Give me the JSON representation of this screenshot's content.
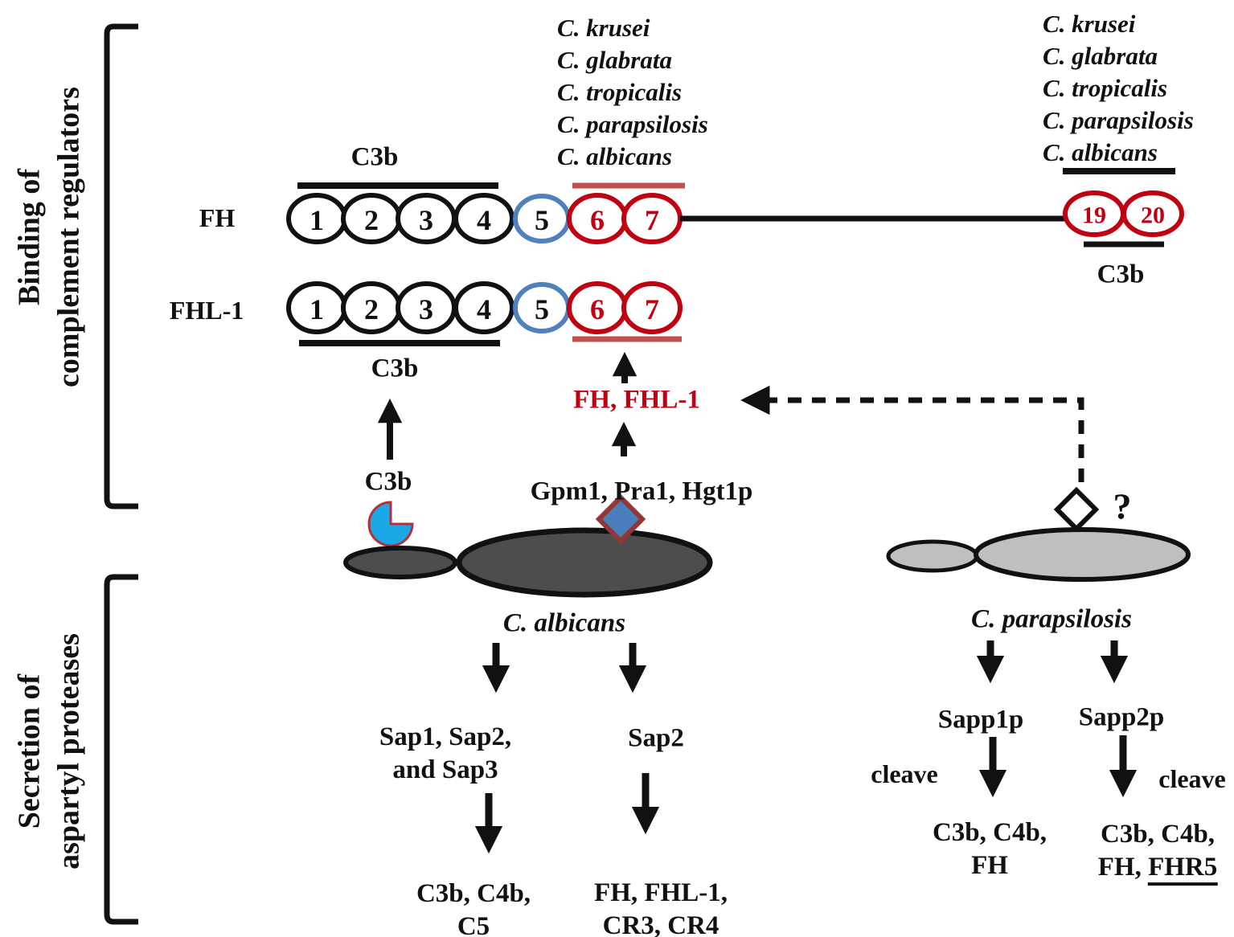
{
  "colors": {
    "domain_black": "#111111",
    "domain_blue": "#4f81bd",
    "domain_red": "#c00111",
    "bar_red": "#c0504d",
    "cell_dark": "#4d4d4d",
    "cell_light": "#bfbfbf",
    "pacman_blue": "#1ba8e6",
    "diamond_blue": "#4a7ebd",
    "diamond_border": "#943634"
  },
  "left_sections": {
    "binding_line1": "Binding of",
    "binding_line2": "complement regulators",
    "secretion_line1": "Secretion of",
    "secretion_line2": "aspartyl proteases"
  },
  "species": [
    "C. krusei",
    "C. glabrata",
    "C. tropicalis",
    "C. parapsilosis",
    "C. albicans"
  ],
  "domains": [
    "1",
    "2",
    "3",
    "4",
    "5",
    "6",
    "7"
  ],
  "cterm_domains": [
    "19",
    "20"
  ],
  "proteins": {
    "fh_label": "FH",
    "fhl1_label": "FHL-1"
  },
  "labels": {
    "c3b": "C3b",
    "fh_fhl1": "FH, FHL-1",
    "gpm1": "Gpm1, Pra1, Hgt1p",
    "question": "?",
    "c_albicans": "C. albicans",
    "c_parapsilosis": "C. parapsilosis",
    "cleave": "cleave"
  },
  "secretion_flows": {
    "albicans": {
      "sap123_line1": "Sap1, Sap2,",
      "sap123_line2": "and Sap3",
      "sap123_targets_line1": "C3b, C4b,",
      "sap123_targets_line2": "C5",
      "sap2": "Sap2",
      "sap2_targets_line1": "FH, FHL-1,",
      "sap2_targets_line2": "CR3, CR4"
    },
    "parapsilosis": {
      "sapp1p": "Sapp1p",
      "sapp1p_targets_line1": "C3b, C4b,",
      "sapp1p_targets_line2": "FH",
      "sapp2p": "Sapp2p",
      "sapp2p_targets_line1": "C3b, C4b,",
      "sapp2p_targets_prefix": "FH, ",
      "sapp2p_targets_underlined": "FHR5"
    }
  }
}
